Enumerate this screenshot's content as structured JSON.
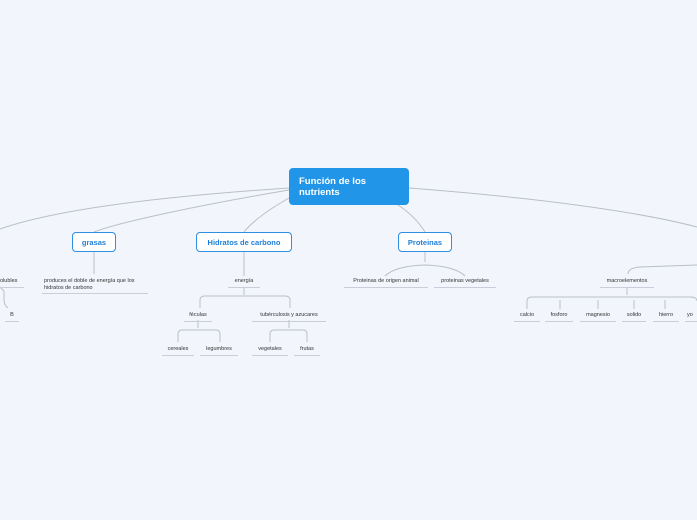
{
  "root": {
    "label": "Función de los nutrients"
  },
  "main_topics": {
    "grasas": "grasas",
    "hidratos": "Hidratos de carbono",
    "proteinas": "Proteinas"
  },
  "grasas": {
    "note": "produces el doble de energía que los hidratos de carbono"
  },
  "hidratos": {
    "energia": "energía",
    "feculas": "féculas",
    "cereales": "cereales",
    "legumbres": "legumbres",
    "tuberculosis": "tubérculosis y azucares",
    "vegetales": "vegetales",
    "frutas": "frutas"
  },
  "proteinas": {
    "animal": "Proteinas de origen animal",
    "vegetal": "proteinas vegetales"
  },
  "minerales": {
    "macro": "macroelementos",
    "items": [
      "calcio",
      "fosforo",
      "magnesio",
      "solido",
      "hierro",
      "yo"
    ]
  },
  "vitaminas": {
    "solubles": "olubles",
    "b": "B"
  }
}
